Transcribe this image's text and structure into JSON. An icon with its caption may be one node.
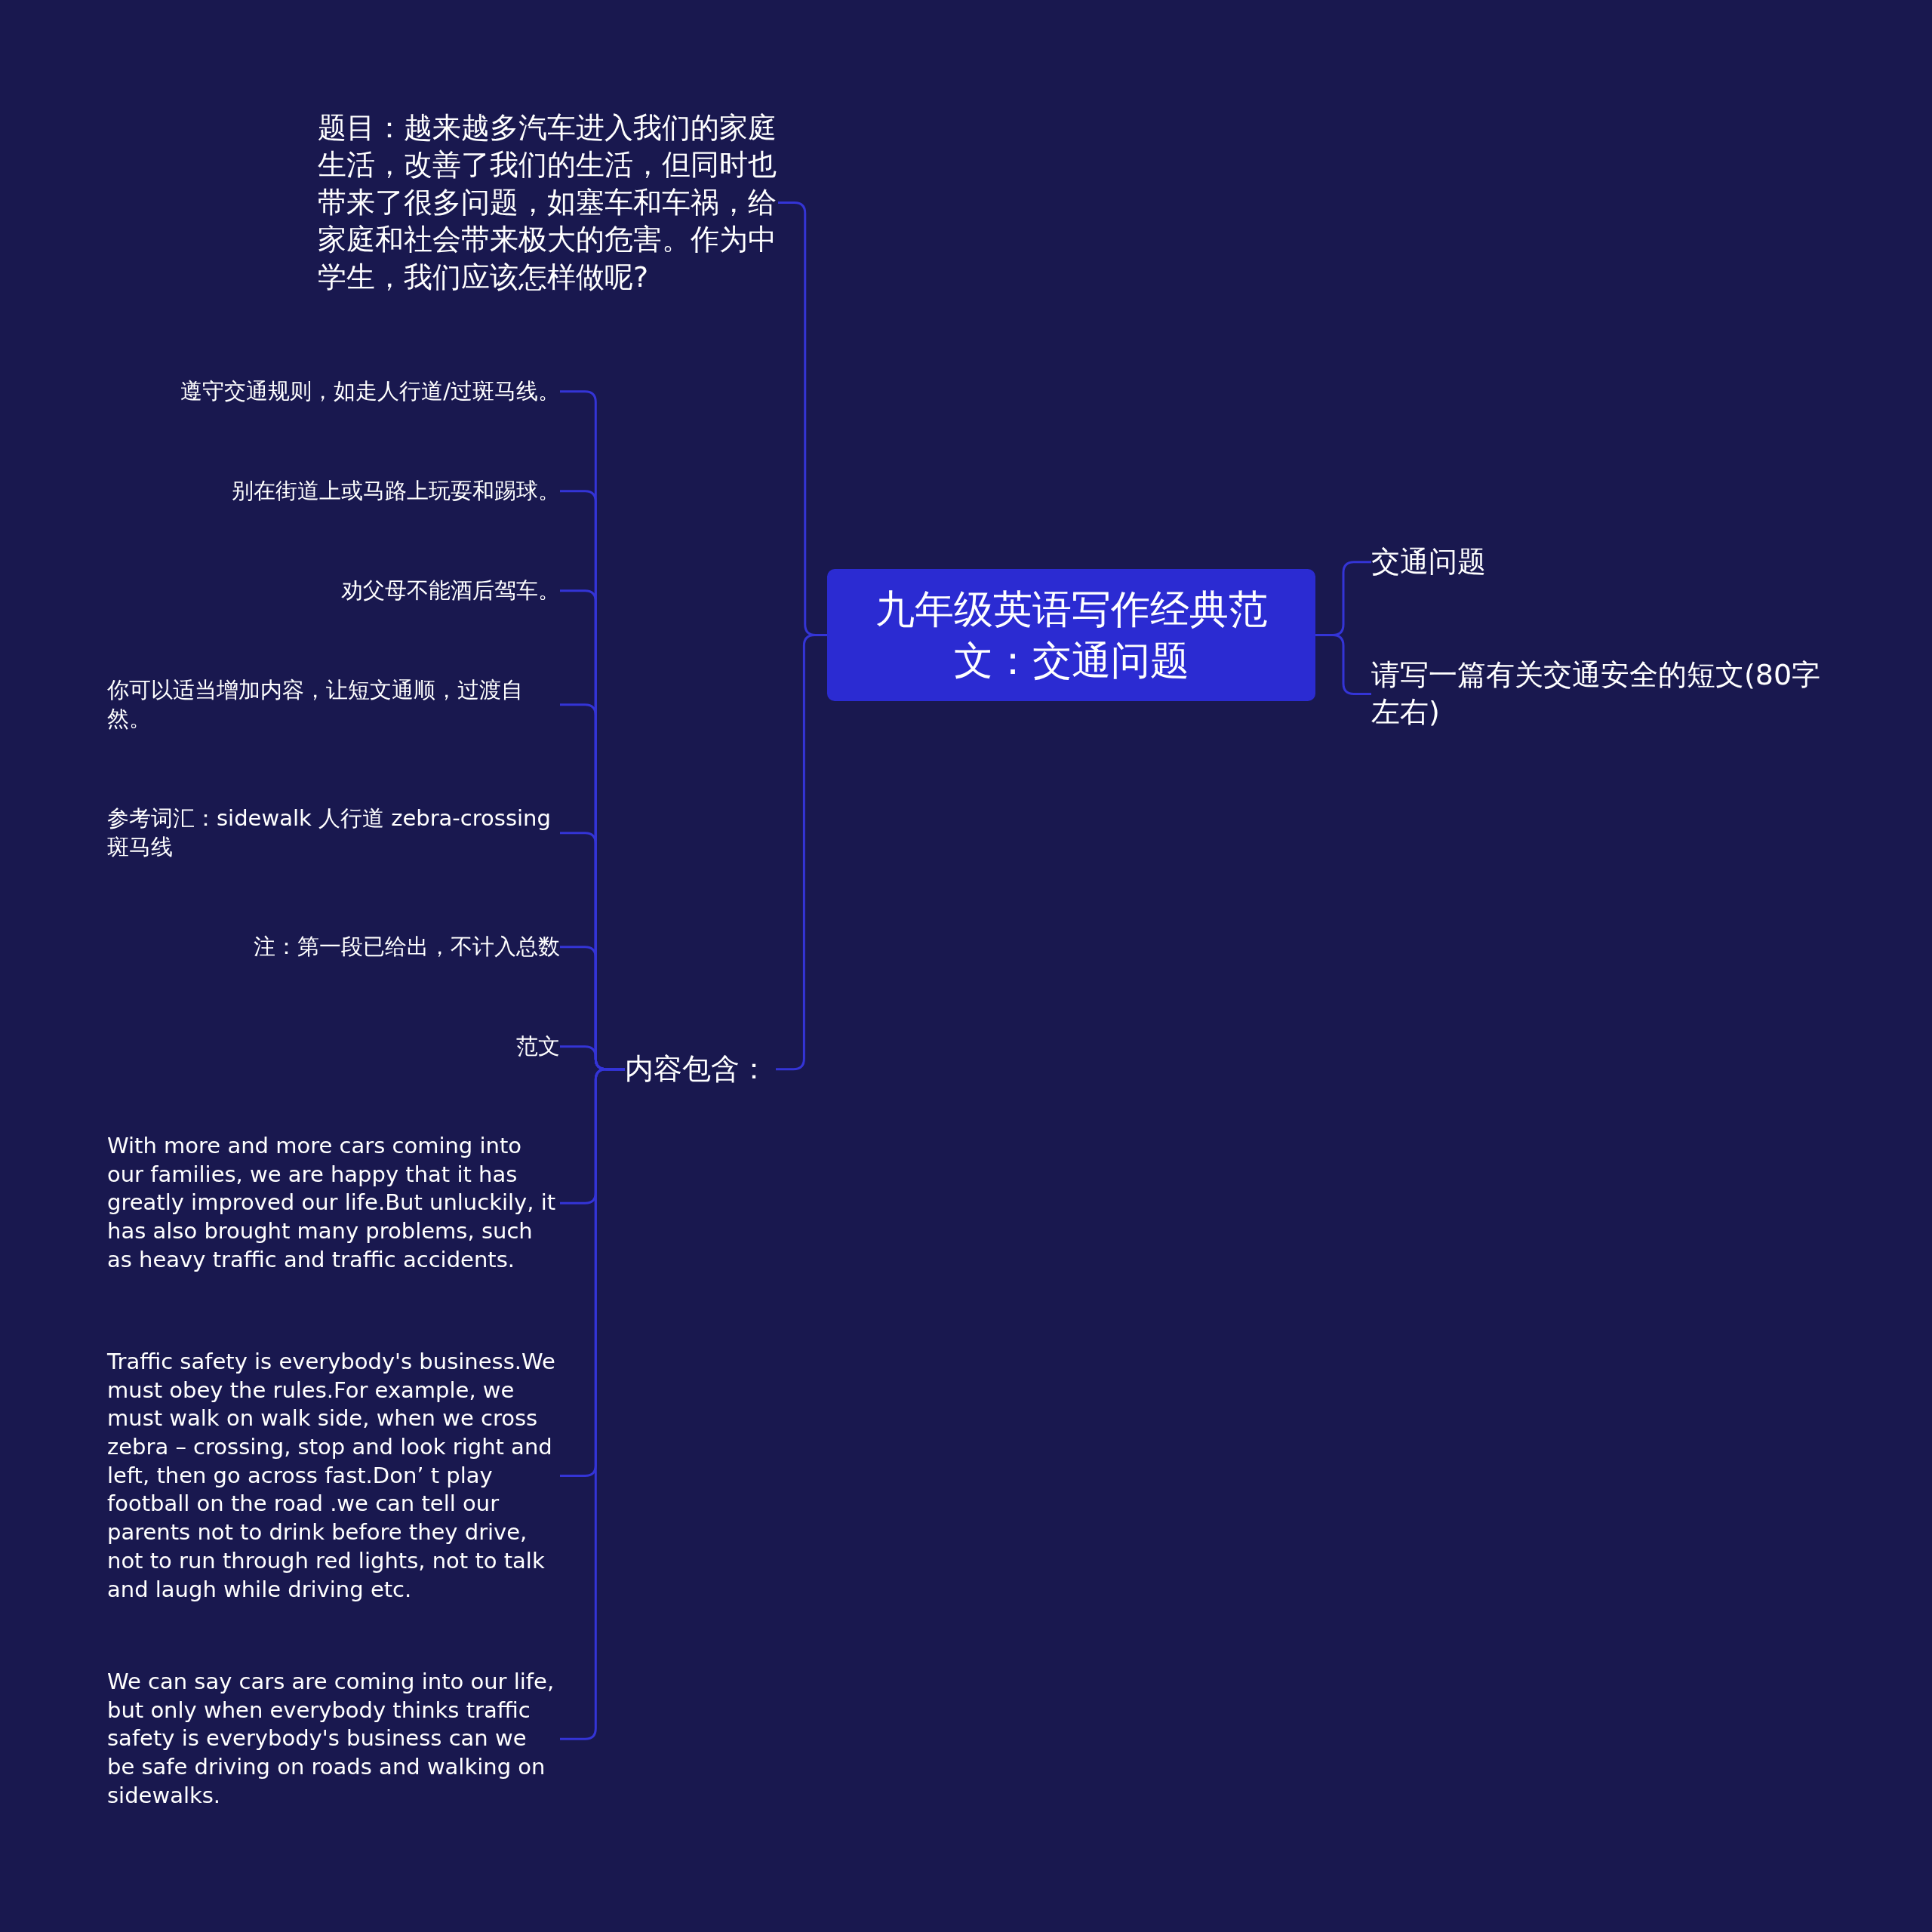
{
  "diagram": {
    "nodes": [
      {
        "text": [
          "九年级英语写作经典范文：交通问题"
        ]
      },
      {
        "text": [
          "交通问题"
        ]
      },
      {
        "text": [
          "请写一篇有关交通安全的短文(80字左右)"
        ]
      },
      {
        "text": [
          "题目：越来越多汽车进入我们的家庭生活，改善了我们的生活，但同时也带来了很多问题，如塞车和车祸，给家庭和社会带来极大的危害。作为中学生，我们应该怎样做呢?"
        ]
      },
      {
        "text": [
          "内容包含："
        ]
      },
      {
        "text": [
          "遵守交通规则，如走人行道/过斑马线。"
        ]
      },
      {
        "text": [
          "别在街道上或马路上玩耍和踢球。"
        ]
      },
      {
        "text": [
          "劝父母不能酒后驾车。"
        ]
      },
      {
        "text": [
          "你可以适当增加内容，让短文通顺，过渡自然。"
        ]
      },
      {
        "text": [
          "参考词汇：sidewalk 人行道 zebra-crossing 斑马线"
        ]
      },
      {
        "text": [
          "注：第一段已给出，不计入总数"
        ]
      },
      {
        "text": [
          "范文"
        ]
      },
      {
        "text": [
          "With more and more cars coming into our families, we are happy that it has greatly improved our life.But unluckily, it has also brought many problems, such as heavy traffic and traffic accidents."
        ]
      },
      {
        "text": [
          "Traffic safety is everybody's business.We must obey the rules.For example, we must walk on walk side, when we cross zebra – crossing, stop and look right and left, then go across fast.Don’ t play football on the road .we can tell our parents not to drink before they drive, not to run through red lights, not to talk and laugh while driving etc."
        ]
      },
      {
        "text": [
          "We can say cars are coming into our life, but only when everybody thinks traffic safety is everybody's business can we be safe driving on roads and walking on sidewalks."
        ]
      }
    ],
    "edges": [
      {
        "from": 0,
        "to": 1,
        "arrow": "none"
      },
      {
        "from": 0,
        "to": 2,
        "arrow": "none"
      },
      {
        "from": 0,
        "to": 3,
        "arrow": "none"
      },
      {
        "from": 0,
        "to": 4,
        "arrow": "none"
      },
      {
        "from": 4,
        "to": 5,
        "arrow": "none"
      },
      {
        "from": 4,
        "to": 6,
        "arrow": "none"
      },
      {
        "from": 4,
        "to": 7,
        "arrow": "none"
      },
      {
        "from": 4,
        "to": 8,
        "arrow": "none"
      },
      {
        "from": 4,
        "to": 9,
        "arrow": "none"
      },
      {
        "from": 4,
        "to": 10,
        "arrow": "none"
      },
      {
        "from": 4,
        "to": 11,
        "arrow": "none"
      },
      {
        "from": 4,
        "to": 12,
        "arrow": "none"
      },
      {
        "from": 4,
        "to": 13,
        "arrow": "none"
      },
      {
        "from": 4,
        "to": 14,
        "arrow": "none"
      }
    ]
  }
}
